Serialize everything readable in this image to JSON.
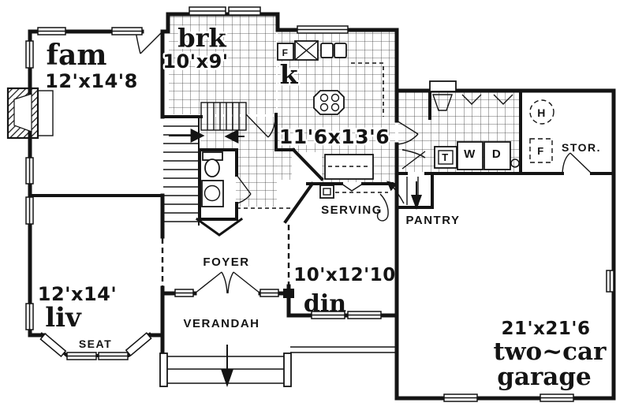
{
  "colors": {
    "ink": "#141414",
    "paper": "#ffffff"
  },
  "rooms": {
    "fam": {
      "label": "fam",
      "dims": "12'x14'8"
    },
    "brk": {
      "label": "brk",
      "dims": "10'x9'"
    },
    "kitchen": {
      "label": "k",
      "dims": "11'6x13'6"
    },
    "liv": {
      "label": "liv",
      "dims": "12'x14'"
    },
    "din": {
      "label": "din",
      "dims": "10'x12'10"
    },
    "garage": {
      "dims": "21'x21'6",
      "name_line1": "two~car",
      "name_line2": "garage"
    }
  },
  "areas": {
    "foyer": "FOYER",
    "verandah": "VERANDAH",
    "seat": "SEAT",
    "serving": "SERVING",
    "pantry": "PANTRY",
    "storage": "STOR."
  },
  "appliances": {
    "washer": "W",
    "dryer": "D",
    "laundry_tub": "T",
    "water_heater": "H",
    "furnace": "F",
    "fridge": "F"
  }
}
